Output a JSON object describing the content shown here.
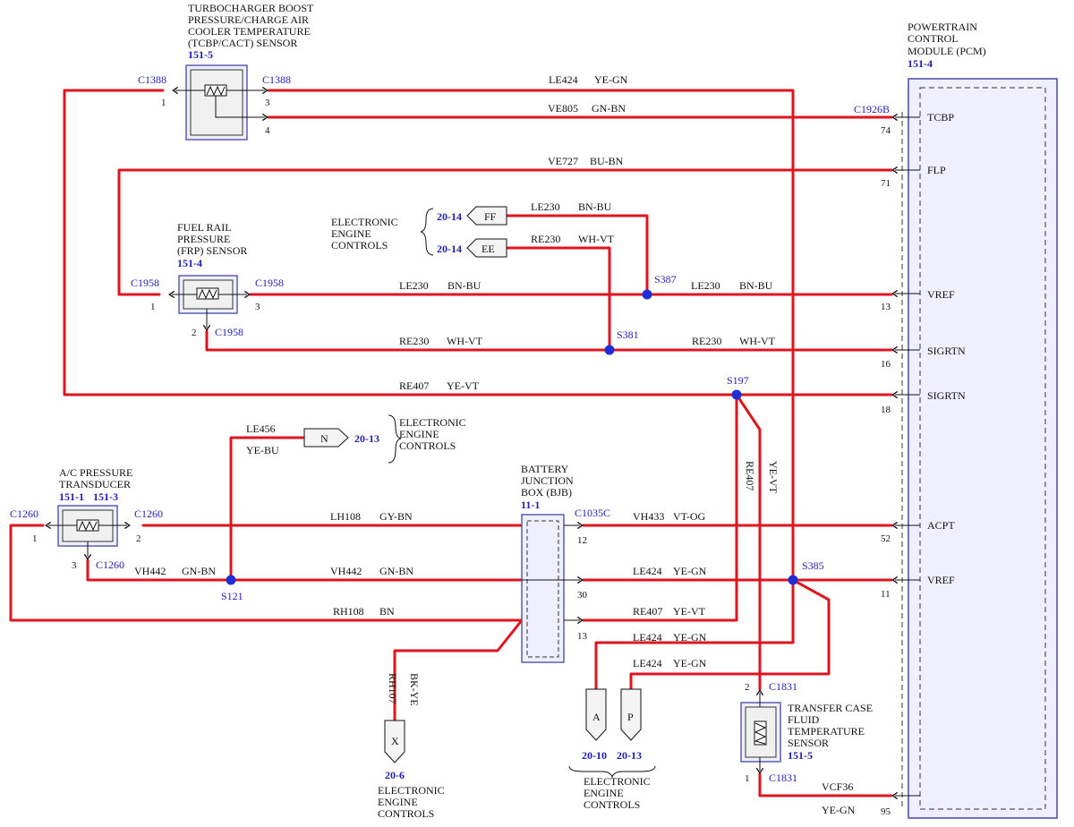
{
  "components": {
    "tcbp": {
      "title": [
        "TURBOCHARGER BOOST",
        "PRESSURE/CHARGE AIR",
        "COOLER TEMPERATURE",
        "(TCBP/CACT) SENSOR"
      ],
      "ref": "151-5",
      "conn_left": "C1388",
      "conn_right": "C1388",
      "pins": [
        "1",
        "3",
        "4"
      ]
    },
    "pcm": {
      "title": [
        "POWERTRAIN",
        "CONTROL",
        "MODULE (PCM)"
      ],
      "ref": "151-4",
      "connector": "C1926B"
    },
    "frp": {
      "title": [
        "FUEL RAIL",
        "PRESSURE",
        "(FRP) SENSOR"
      ],
      "ref": "151-4",
      "conn_left": "C1958",
      "conn_right": "C1958",
      "conn_bottom": "C1958",
      "pins": [
        "1",
        "3",
        "2"
      ]
    },
    "ac": {
      "title": [
        "A/C PRESSURE",
        "TRANSDUCER"
      ],
      "refs": [
        "151-1",
        "151-3"
      ],
      "conn_left": "C1260",
      "conn_right": "C1260",
      "conn_bottom": "C1260",
      "pins": [
        "1",
        "2",
        "3"
      ]
    },
    "bjb": {
      "title": [
        "BATTERY",
        "JUNCTION",
        "BOX (BJB)"
      ],
      "ref": "11-1",
      "connector": "C1035C",
      "pins": [
        "12",
        "30",
        "13"
      ]
    },
    "tcf": {
      "title": [
        "TRANSFER CASE",
        "FLUID",
        "TEMPERATURE",
        "SENSOR"
      ],
      "ref": "151-5",
      "conn_top": "C1831",
      "conn_bottom": "C1831",
      "pins": [
        "2",
        "1"
      ]
    }
  },
  "pcm_pins": [
    {
      "signal": "TCBP",
      "pin": "74"
    },
    {
      "signal": "FLP",
      "pin": "71"
    },
    {
      "signal": "VREF",
      "pin": "13"
    },
    {
      "signal": "SIGRTN",
      "pin": "16"
    },
    {
      "signal": "SIGRTN",
      "pin": "18"
    },
    {
      "signal": "ACPT",
      "pin": "52"
    },
    {
      "signal": "VREF",
      "pin": "11"
    },
    {
      "signal": "",
      "pin": "95"
    }
  ],
  "circuits": [
    {
      "code": "LE424",
      "color": "YE-GN"
    },
    {
      "code": "VE805",
      "color": "GN-BN"
    },
    {
      "code": "VE727",
      "color": "BU-BN"
    },
    {
      "code": "LE230",
      "color": "BN-BU"
    },
    {
      "code": "RE230",
      "color": "WH-VT"
    },
    {
      "code": "LE230",
      "color": "BN-BU"
    },
    {
      "code": "LE230",
      "color": "BN-BU"
    },
    {
      "code": "RE230",
      "color": "WH-VT"
    },
    {
      "code": "RE230",
      "color": "WH-VT"
    },
    {
      "code": "RE407",
      "color": "YE-VT"
    },
    {
      "code": "LE456",
      "color": "YE-BU"
    },
    {
      "code": "LH108",
      "color": "GY-BN"
    },
    {
      "code": "VH433",
      "color": "VT-OG"
    },
    {
      "code": "VH442",
      "color": "GN-BN"
    },
    {
      "code": "VH442",
      "color": "GN-BN"
    },
    {
      "code": "LE424",
      "color": "YE-GN"
    },
    {
      "code": "RH108",
      "color": "BN"
    },
    {
      "code": "RE407",
      "color": "YE-VT"
    },
    {
      "code": "LE424",
      "color": "YE-GN"
    },
    {
      "code": "LE424",
      "color": "YE-GN"
    },
    {
      "code": "VCF36",
      "color": "YE-GN"
    },
    {
      "code": "RE407",
      "color": "YE-VT"
    },
    {
      "code": "RH107",
      "color": "BK-YE"
    }
  ],
  "splices": [
    "S387",
    "S381",
    "S197",
    "S121",
    "S385"
  ],
  "offpage": {
    "group_label": [
      "ELECTRONIC",
      "ENGINE",
      "CONTROLS"
    ],
    "ff": {
      "letter": "FF",
      "ref": "20-14"
    },
    "ee": {
      "letter": "EE",
      "ref": "20-14"
    },
    "n": {
      "letter": "N",
      "ref": "20-13"
    },
    "x": {
      "letter": "X",
      "ref": "20-6"
    },
    "a": {
      "letter": "A",
      "ref": "20-10"
    },
    "p": {
      "letter": "P",
      "ref": "20-13"
    }
  },
  "colors": {
    "wire": "#e0141f",
    "splice": "#1f2fd8",
    "connector_text": "#1f1fb4"
  }
}
